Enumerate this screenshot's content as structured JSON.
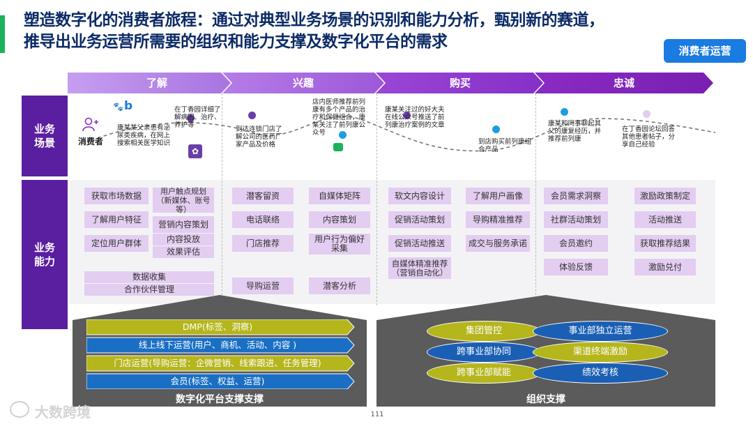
{
  "title": {
    "line1": "塑造数字化的消费者旅程：通过对典型业务场景的识别和能力分析，甄别新的赛道，",
    "line2": "推导出业务运营所需要的组织和能力支撑及数字化平台的需求"
  },
  "tag": "消费者运营",
  "stages": [
    "了解",
    "兴趣",
    "购买",
    "忠诚"
  ],
  "side_labels": {
    "scenario": "业务\n场景",
    "capability": "业务\n能力"
  },
  "consumer_label": "消费者",
  "scenarios": [
    "康某某父亲患有泌尿类疾病，在网上搜索相关医学知识",
    "在丁香园详细了解病因、治疗、养护等",
    "到达连锁门店了解公司的医药厂家产品及价格",
    "店内医师推荐前列康有多个产品的治疗和保健组合，康某关注了前列康公众号",
    "康某关注过的好大夫在线公众号推送了前列康治疗案例的文章",
    "到店购买前列康组合产品",
    "康某和同事聊起其父的康复经历，并推荐前列康",
    "在丁香园论坛回答其他患者帖子，分享自己经验"
  ],
  "capabilities": {
    "c1": [
      "获取市场数据",
      "了解用户特征",
      "定位用户群体"
    ],
    "c2": [
      "用户触点规划（新媒体、账号等）",
      "营销内容策划",
      "内容投放",
      "效果评估"
    ],
    "c1_wide": [
      "数据收集",
      "合作伙伴管理"
    ],
    "c3": [
      "潜客留资",
      "电话联络",
      "门店推荐",
      "导购运营"
    ],
    "c4": [
      "自媒体矩阵",
      "内容策划",
      "用户行为偏好采集",
      "潜客分析"
    ],
    "c5": [
      "软文内容设计",
      "促销活动策划",
      "促销活动推送",
      "自媒体精准推荐（营销自动化）"
    ],
    "c6": [
      "了解用户画像",
      "导购精准推荐",
      "成交与服务承诺"
    ],
    "c7": [
      "会员需求洞察",
      "社群活动策划",
      "会员邀约",
      "体验反馈"
    ],
    "c8": [
      "激励政策制定",
      "活动推送",
      "获取推荐结果",
      "激励兑付"
    ]
  },
  "platform": {
    "bars": [
      "DMP(标签、洞察)",
      "线上线下运营(用户、商机、活动、内容 )",
      "门店运营(导购运营：企微营销、线索跟进、任务管理)",
      "会员(标签、权益、运营)"
    ],
    "footer": "数字化平台支撑支撑"
  },
  "org": {
    "items": [
      "集团管控",
      "事业部独立运营",
      "跨事业部协同",
      "渠道终端激励",
      "跨事业部赋能",
      "绩效考核"
    ],
    "footer": "组织支撑"
  },
  "page_number": "111",
  "watermark": "大数跨境",
  "colors": {
    "purple": "#5a1fa0",
    "light_purple": "#e3cdf1",
    "blue": "#1a7be0",
    "olive": "#b5b51c",
    "dark_blue": "#1a5fb4",
    "green": "#19b35c"
  }
}
